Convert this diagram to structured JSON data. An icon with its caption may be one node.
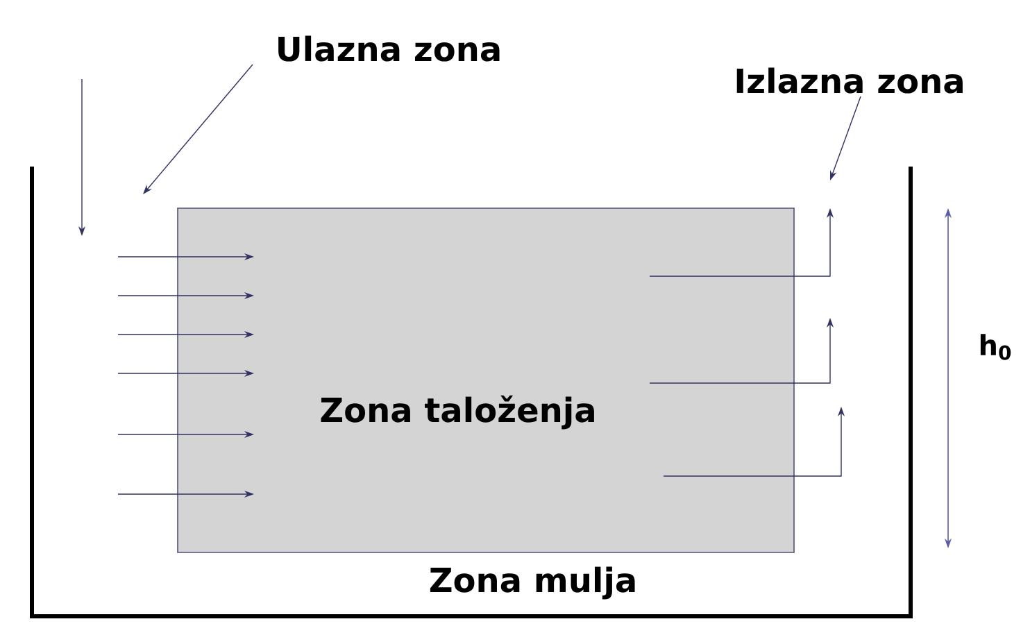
{
  "diagram": {
    "nodes": [
      {
        "text": [
          "Ulazna zona"
        ]
      },
      {
        "text": [
          "Izlazna zona"
        ]
      },
      {
        "text": [
          "Zona taloženja"
        ]
      }
    ],
    "edges": [
      {
        "from": 0,
        "to": null,
        "arrow": "to"
      },
      {
        "from": 1,
        "to": null,
        "arrow": "to"
      }
    ],
    "labels": [
      "Zona mulja",
      "h$_{0}$"
    ]
  }
}
